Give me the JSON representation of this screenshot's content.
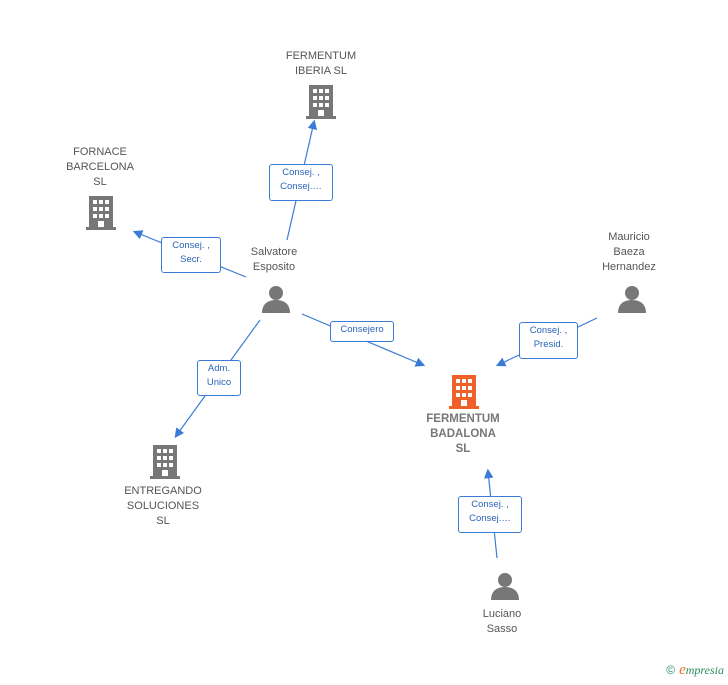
{
  "nodes": {
    "fermentum_iberia": {
      "label": "FERMENTUM\nIBERIA  SL"
    },
    "fornace": {
      "label": "FORNACE\nBARCELONA\nSL"
    },
    "salvatore": {
      "label": "Salvatore\nEsposito"
    },
    "mauricio": {
      "label": "Mauricio\nBaeza\nHernandez"
    },
    "fermentum_badalona": {
      "label": "FERMENTUM\nBADALONA\nSL"
    },
    "entregando": {
      "label": "ENTREGANDO\nSOLUCIONES\nSL"
    },
    "luciano": {
      "label": "Luciano\nSasso"
    }
  },
  "relations": {
    "r_iberia": "Consej. ,\nConsej.…",
    "r_fornace": "Consej. ,\nSecr.",
    "r_consejero": "Consejero",
    "r_mauricio": "Consej. ,\nPresid.",
    "r_adm": "Adm.\nUnico",
    "r_luciano": "Consej. ,\nConsej.…"
  },
  "colors": {
    "edge": "#3a7bd5",
    "building": "#777777",
    "main_building": "#f0602a",
    "person": "#777777"
  },
  "footer": {
    "copyright": "©",
    "brand": "mpresia",
    "brand_initial": "e"
  }
}
